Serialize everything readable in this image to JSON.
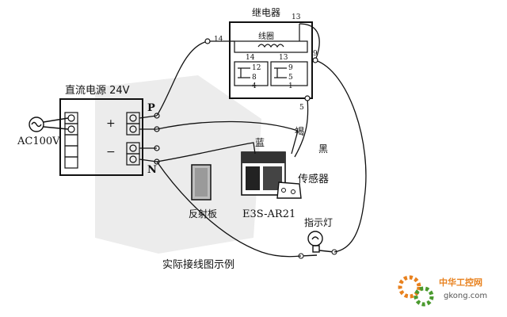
{
  "title": "实际接线图示例",
  "power_supply": {
    "label": "直流电源 24V",
    "ac_label": "AC100V",
    "plus": "+",
    "minus": "−"
  },
  "terminals": {
    "p": "P",
    "n": "N"
  },
  "relay": {
    "label": "继电器",
    "coil_label": "线圈",
    "pins": {
      "p13_top": "13",
      "p14_ext": "14",
      "p14_in": "14",
      "p13_in": "13",
      "p12": "12",
      "p9_in": "9",
      "p9_ext": "9",
      "p8": "8",
      "p5_in": "5",
      "p4": "4",
      "p1": "1",
      "p5_ext": "5"
    }
  },
  "wires": {
    "brown": "褐",
    "black": "黑",
    "blue": "蓝"
  },
  "sensor": {
    "label": "传感器",
    "model": "E3S-AR21"
  },
  "reflector": {
    "label": "反射板"
  },
  "lamp": {
    "label": "指示灯"
  },
  "watermark": {
    "cn": "中华工控网",
    "url": "gkong.com"
  },
  "colors": {
    "line": "#111111",
    "wm_orange": "#e8811e",
    "wm_green": "#4a9a2e",
    "gray": "#d4d4d4"
  }
}
